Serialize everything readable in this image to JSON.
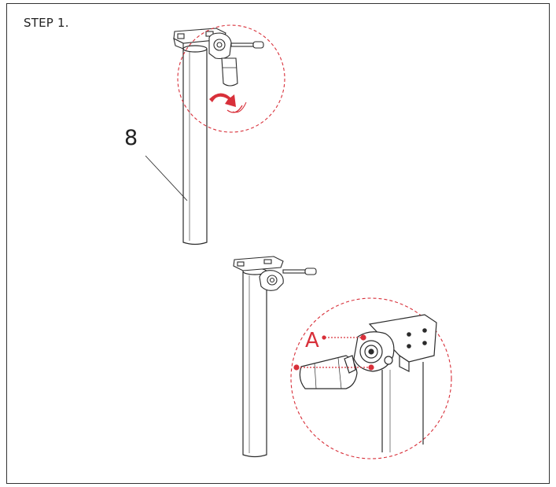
{
  "step": {
    "title": "STEP 1."
  },
  "labels": {
    "part_number": "8",
    "callout": "A"
  },
  "colors": {
    "line": "#2b2b2b",
    "accent": "#d8303a",
    "background": "#ffffff"
  },
  "icons": [
    "rotate-arrow-icon"
  ]
}
